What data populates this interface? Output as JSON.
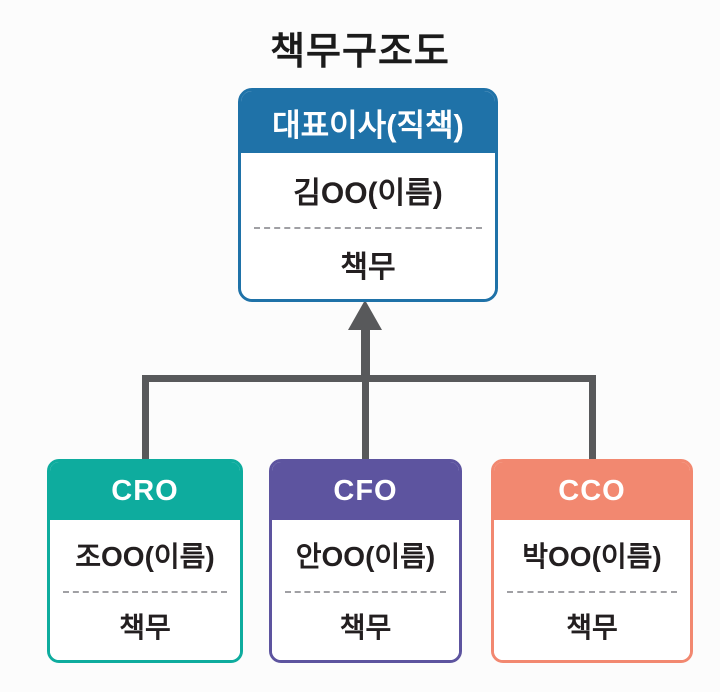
{
  "title": "책무구조도",
  "colors": {
    "background": "#fcfcfc",
    "connector": "#58595B",
    "header_text": "#FFFFFF",
    "body_text": "#231F20",
    "divider": "#A0A0A4"
  },
  "org": {
    "root": {
      "role": "대표이사(직책)",
      "name": "김OO(이름)",
      "duty": "책무",
      "color": "#1F72A8"
    },
    "children": [
      {
        "role": "CRO",
        "name": "조OO(이름)",
        "duty": "책무",
        "color": "#0EAC9E"
      },
      {
        "role": "CFO",
        "name": "안OO(이름)",
        "duty": "책무",
        "color": "#5D549F"
      },
      {
        "role": "CCO",
        "name": "박OO(이름)",
        "duty": "책무",
        "color": "#F28870"
      }
    ]
  }
}
